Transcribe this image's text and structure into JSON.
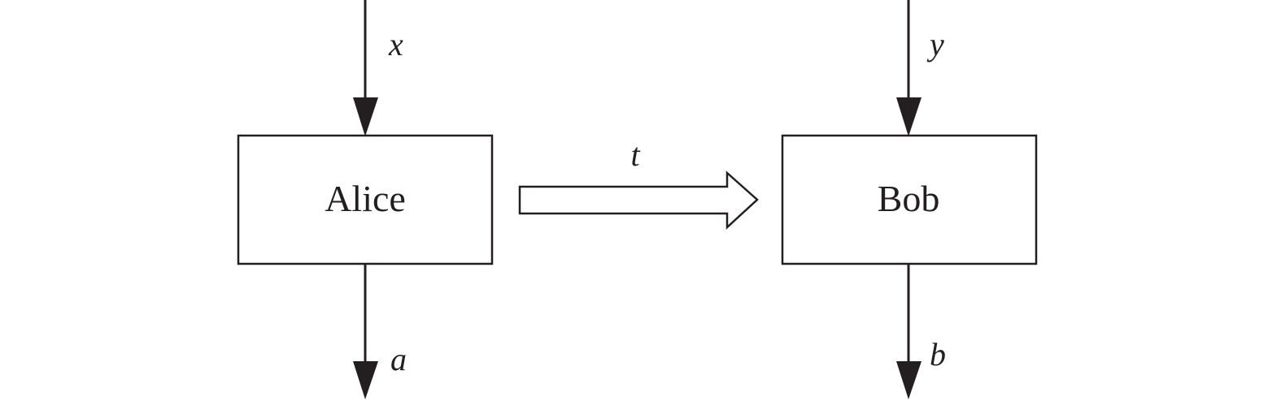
{
  "nodes": {
    "alice": {
      "label": "Alice"
    },
    "bob": {
      "label": "Bob"
    }
  },
  "edges": {
    "alice_in": {
      "label": "x"
    },
    "alice_out": {
      "label": "a"
    },
    "bob_in": {
      "label": "y"
    },
    "bob_out": {
      "label": "b"
    },
    "message": {
      "label": "t"
    }
  },
  "colors": {
    "ink": "#231f20",
    "background": "#ffffff"
  }
}
